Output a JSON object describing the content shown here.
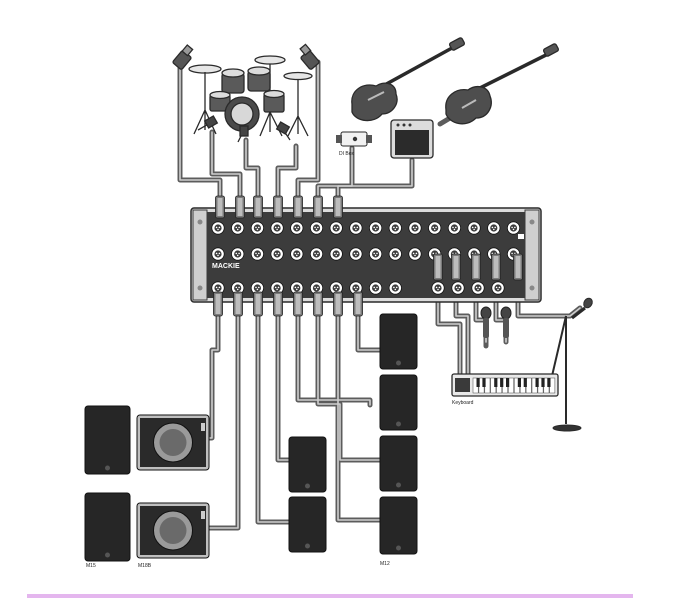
{
  "labels": {
    "di_box": "DI Box",
    "keyboard": "Keyboard",
    "m15": "M15",
    "m18b": "M18B",
    "m12": "M12"
  },
  "brand": "MACKIE",
  "colors": {
    "cable": "#5c5c5c",
    "cable_core": "#cfcfcf",
    "chassis": "#dcdcdc",
    "chassis_dark": "#3c3c3c",
    "speaker": "#262626",
    "footer": "#e4b6ee"
  },
  "inputs": {
    "drum_mics": 6,
    "keyboard_channels": 2,
    "stage_mics": 2
  }
}
